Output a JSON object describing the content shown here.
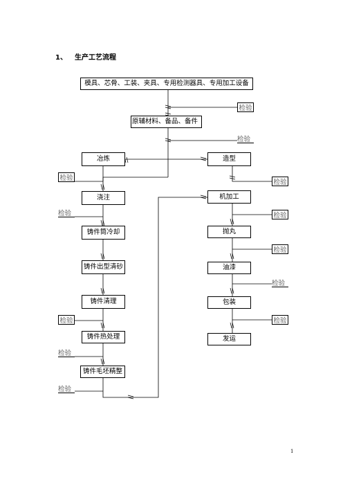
{
  "heading": {
    "number": "1、",
    "title": "生产工艺流程"
  },
  "nodes": {
    "tooling": "模具、芯骨、工装、夹具、专用检测器具、专用加工设备",
    "materials": "原辅材料、备品、备件",
    "smelting": "冶炼",
    "pouring": "浇注",
    "cooling": "铸件筒冷却",
    "shakeout": "铸件出型清砂",
    "cleaning": "铸件清理",
    "heat_treatment": "铸件热处理",
    "finishing": "铸件毛坯精整",
    "molding": "造型",
    "machining": "机加工",
    "shot_blast": "抛丸",
    "painting": "油漆",
    "packing": "包装",
    "shipping": "发运"
  },
  "inspection_label": "检验",
  "page_number": "1"
}
